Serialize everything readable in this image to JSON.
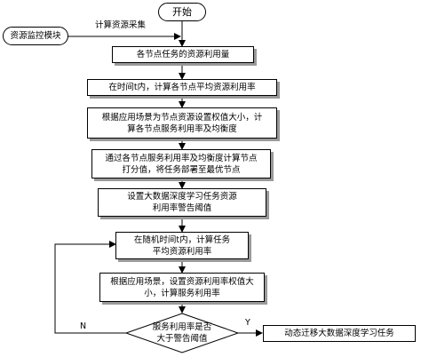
{
  "flowchart": {
    "start": "开始",
    "monitor": "资源监控模块",
    "collect_label": "计算资源采集",
    "step1": "各节点任务的资源利用量",
    "step2": "在时间t内，计算各节点平均资源利用率",
    "step3": "根据应用场景为节点资源设置权值大小，计\n算各节点服务利用率及均衡度",
    "step4": "通过各节点服务利用率及均衡度计算节点\n打分值，将任务部署至最优节点",
    "step5": "设置大数据深度学习任务资源\n利用率警告阈值",
    "step6": "在随机时间t内，计算任务\n平均资源利用率",
    "step7": "根据应用场景，设置资源利用率权值大\n小，计算服务利用率",
    "decision": "服务利用率是否\n大于警告阈值",
    "no_label": "N",
    "yes_label": "Y",
    "end_action": "动态迁移大数据深度学习任务"
  }
}
